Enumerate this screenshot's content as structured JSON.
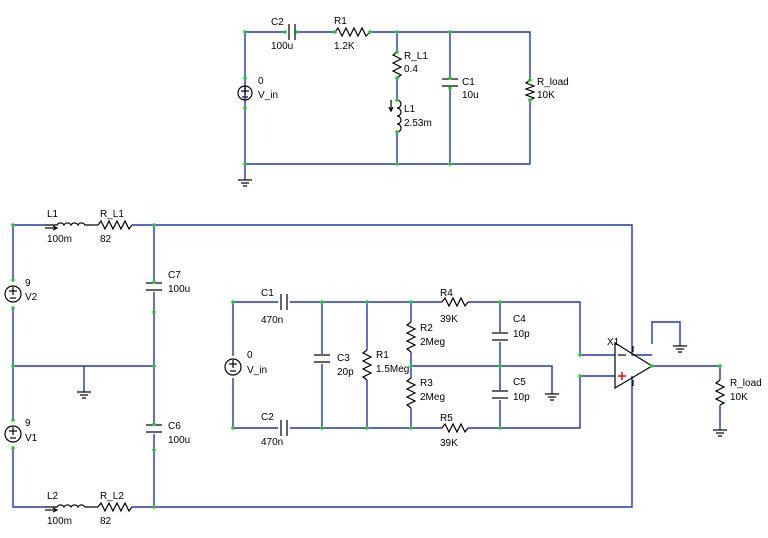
{
  "components": {
    "c2_top": {
      "name": "C2",
      "value": "100u"
    },
    "r1_top": {
      "name": "R1",
      "value": "1.2K"
    },
    "rl1_top": {
      "name": "R_L1",
      "value": "0.4"
    },
    "l1_top": {
      "name": "L1",
      "value": "2.53m"
    },
    "c1_top": {
      "name": "C1",
      "value": "10u"
    },
    "rload_top": {
      "name": "R_load",
      "value": "10K"
    },
    "vin_top": {
      "name": "V_in",
      "value": "0"
    },
    "l1_bot": {
      "name": "L1",
      "value": "100m"
    },
    "rl1_bot": {
      "name": "R_L1",
      "value": "82"
    },
    "l2_bot": {
      "name": "L2",
      "value": "100m"
    },
    "rl2_bot": {
      "name": "R_L2",
      "value": "82"
    },
    "v2": {
      "name": "V2",
      "value": "9"
    },
    "v1": {
      "name": "V1",
      "value": "9"
    },
    "c7": {
      "name": "C7",
      "value": "100u"
    },
    "c6": {
      "name": "C6",
      "value": "100u"
    },
    "c1_bot": {
      "name": "C1",
      "value": "470n"
    },
    "c2_bot": {
      "name": "C2",
      "value": "470n"
    },
    "vin_bot": {
      "name": "V_in",
      "value": "0"
    },
    "c3": {
      "name": "C3",
      "value": "20p"
    },
    "r1_bot": {
      "name": "R1",
      "value": "1.5Meg"
    },
    "r2": {
      "name": "R2",
      "value": "2Meg"
    },
    "r3": {
      "name": "R3",
      "value": "2Meg"
    },
    "r4": {
      "name": "R4",
      "value": "39K"
    },
    "r5": {
      "name": "R5",
      "value": "39K"
    },
    "c4": {
      "name": "C4",
      "value": "10p"
    },
    "c5": {
      "name": "C5",
      "value": "10p"
    },
    "x1": {
      "name": "X1"
    },
    "rload_bot": {
      "name": "R_load",
      "value": "10K"
    }
  },
  "colors": {
    "wire": "#2233bb",
    "node": "#22cc22",
    "component": "#000000",
    "opamp_plus": "#dd0000"
  }
}
